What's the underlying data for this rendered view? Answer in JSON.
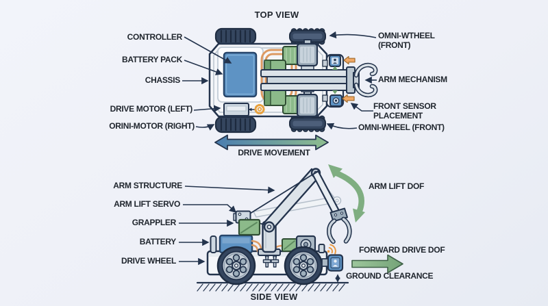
{
  "titles": {
    "top_view": "TOP VIEW",
    "side_view": "SIDE VIEW"
  },
  "top_view": {
    "labels": {
      "controller": "CONTROLLER",
      "battery_pack": "BATTERY PACK",
      "chassis": "CHASSIS",
      "drive_motor_left": "DRIVE MOTOR (LEFT)",
      "orini_motor_right": "ORINI-MOTOR (RIGHT)",
      "omni_wtheel_front": "OMNI-WTHEEL (FRONT)",
      "arm_mechanism": "ARM MECHANISM",
      "front_sensor_placement": "FRONT SENSOR PLACEMENT",
      "omni_wheel_front": "OMNI-WHEEL (FRONT)",
      "drive_movement": "DRIVE MOVEMENT"
    }
  },
  "side_view": {
    "labels": {
      "arm_structure": "ARM STRUCTURE",
      "arm_lift_servo": "ARM LIFT SERVO",
      "grappler": "GRAPPLER",
      "battery": "BATTERY",
      "drive_wheel": "DRIVE WHEEL",
      "arm_lift_dof": "ARM LIFT DOF",
      "forward_drive_dof": "FORWARD DRIVE DOF",
      "ground_clearance": "GROUND CLEARANCE"
    }
  },
  "colors": {
    "background": "#eef0f7",
    "outline": "#24344d",
    "label_text": "#20262e",
    "battery_blue": "#5e93c4",
    "motor_green": "#8cba8a",
    "wire_orange": "#dd9a62",
    "accent_arrow_orange": "#f0a865",
    "dof_arrow_green": "#7fae81",
    "drive_arrow_blue": "#4a7db0",
    "drive_arrow_green": "#8fbe8e",
    "wheel_dark": "#35465f",
    "metal_light": "#c6cfd8"
  }
}
